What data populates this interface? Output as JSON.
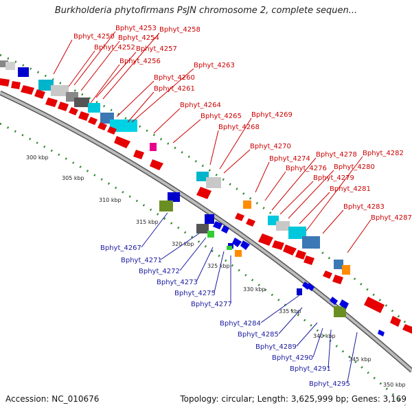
{
  "title": "Burkholderia phytofirmans PsJN chromosome 2, complete sequen...",
  "footer": {
    "accession": "Accession: NC_010676",
    "summary": "Topology: circular; Length: 3,625,999 bp; Genes: 3,169"
  },
  "scale_labels": [
    "300 kbp",
    "305 kbp",
    "310 kbp",
    "315 kbp",
    "320 kbp",
    "325 kbp",
    "330 kbp",
    "335 kbp",
    "340 kbp",
    "345 kbp",
    "350 kbp"
  ],
  "forward_genes": [
    "Bphyt_4250",
    "Bphyt_4253",
    "Bphyt_4258",
    "Bphyt_4254",
    "Bphyt_4252",
    "Bphyt_4257",
    "Bphyt_4256",
    "Bphyt_4263",
    "Bphyt_4260",
    "Bphyt_4261",
    "Bphyt_4264",
    "Bphyt_4265",
    "Bphyt_4269",
    "Bphyt_4268",
    "Bphyt_4270",
    "Bphyt_4274",
    "Bphyt_4278",
    "Bphyt_4282",
    "Bphyt_4276",
    "Bphyt_4280",
    "Bphyt_4279",
    "Bphyt_4281",
    "Bphyt_4283",
    "Bphyt_4287"
  ],
  "reverse_genes": [
    "Bphyt_4267",
    "Bphyt_4271",
    "Bphyt_4272",
    "Bphyt_4273",
    "Bphyt_4275",
    "Bphyt_4277",
    "Bphyt_4284",
    "Bphyt_4285",
    "Bphyt_4289",
    "Bphyt_4290",
    "Bphyt_4291",
    "Bphyt_4295"
  ],
  "colors": {
    "forward": "#e60000",
    "reverse": "#0000e0",
    "backbone": "#999999",
    "scale_dots": "#2e8b2e"
  }
}
